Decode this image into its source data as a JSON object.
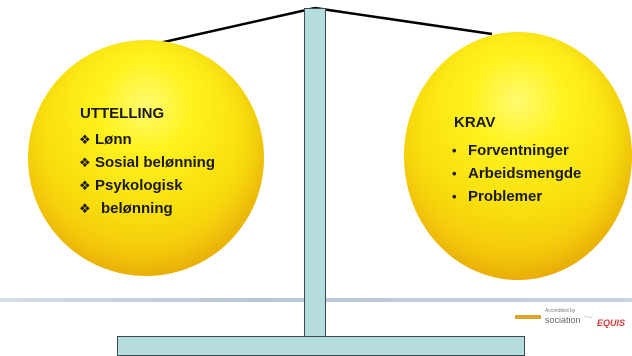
{
  "left_pan": {
    "title": "UTTELLING",
    "items": [
      {
        "marker": "❖",
        "text": "Lønn"
      },
      {
        "marker": "❖",
        "text": "Sosial belønning"
      },
      {
        "marker": "❖",
        "text": "Psykologisk"
      },
      {
        "marker": "❖",
        "text": "belønning"
      }
    ]
  },
  "right_pan": {
    "title": "KRAV",
    "items": [
      {
        "marker": "•",
        "text": "Forventninger"
      },
      {
        "marker": "•",
        "text": "Arbeidsmengde"
      },
      {
        "marker": "•",
        "text": "Problemer"
      }
    ]
  },
  "colors": {
    "pole_fill": "#b5dde0",
    "pan_fill": "#f8de0d",
    "outline": "#3e4a52"
  },
  "logos": {
    "small_text": "Accredited by",
    "text": "sociation",
    "mark": "EQUIS"
  }
}
